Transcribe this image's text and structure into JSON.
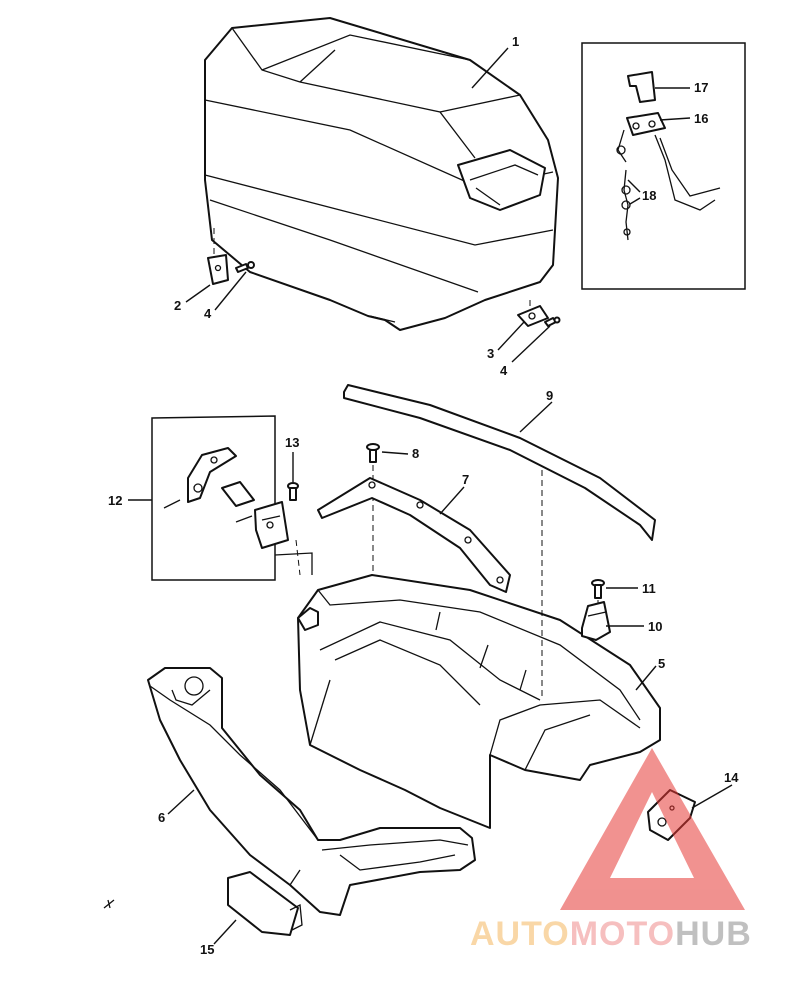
{
  "callouts": {
    "c1": "1",
    "c2": "2",
    "c3": "3",
    "c4a": "4",
    "c4b": "4",
    "c5": "5",
    "c6": "6",
    "c7": "7",
    "c8": "8",
    "c9": "9",
    "c10": "10",
    "c11": "11",
    "c12": "12",
    "c13": "13",
    "c14": "14",
    "c15": "15",
    "c16": "16",
    "c17": "17",
    "c18": "18"
  },
  "watermark": {
    "part1": "AUTO",
    "part2": "MOTO",
    "part3": "HUB",
    "colors": {
      "auto": "#f5b860",
      "moto": "#ef8b8b",
      "hub": "#8e8e8e",
      "triangle": "#e53935"
    }
  }
}
